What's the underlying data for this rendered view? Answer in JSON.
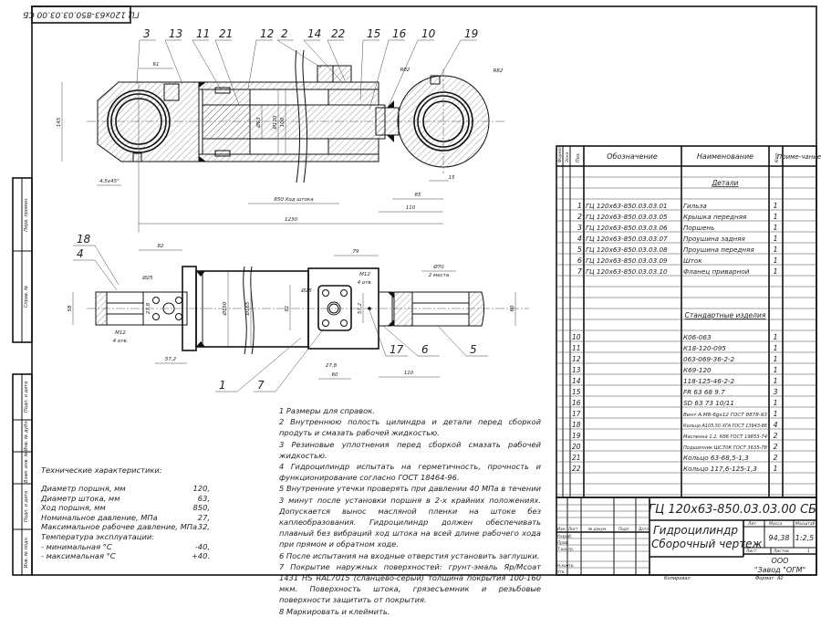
{
  "stamp_top_left": "ГЦ 120х63-850.03.03.00 СБ",
  "side_strip": [
    "Перв. примен.",
    "Справ. №",
    "Подп. и дата",
    "Инв. № дубл.",
    "Взам. инв. №",
    "Подп. и дата",
    "Инв. № подл."
  ],
  "callouts_top": [
    "3",
    "13",
    "11",
    "21",
    "12",
    "2",
    "14",
    "22",
    "15",
    "16",
    "10",
    "19"
  ],
  "callouts_bottom": [
    "18",
    "4",
    "1",
    "7",
    "17",
    "6",
    "5"
  ],
  "dimensions_top": [
    "61",
    "100",
    "Ø63",
    "Ø120",
    "145",
    "4,5х45°",
    "850  Ход штока",
    "1230",
    "110",
    "85",
    "15",
    "R82",
    "R82"
  ],
  "dimensions_bottom": [
    "82",
    "Ø25",
    "58",
    "27,8",
    "M12",
    "4 отв.",
    "57,2",
    "Ø150",
    "Ø165",
    "81",
    "79",
    "M12",
    "4 отв.",
    "Ø25",
    "57,2",
    "27,8",
    "60",
    "110",
    "Ø70",
    "2 места",
    "60"
  ],
  "notes": [
    "1 Размеры для справок.",
    "2 Внутреннюю полость цилиндра и детали перед сборкой продуть и смазать рабочей жидкостью.",
    "3 Резиновые уплотнения перед сборкой смазать рабочей жидкостью.",
    "4 Гидроцилиндр испытать на герметичность, прочность и функционирование согласно ГОСТ 18464-96.",
    "5 Внутренние утечки проверять при давлении 40 МПа в течении 3 минут после установки поршня в 2-х крайних положениях. Допускается вынос масляной пленки на штоке без каплеобразования. Гидроцилиндр должен обеспечивать плавный без вибраций ход штока на всей длине рабочего хода при прямом и обратном ходе.",
    "6 После испытания на входные отверстия установить заглушки.",
    "7 Покрытие наружных поверхностей: грунт-эмаль Яр/Мсоат 1431 HS RAL7015 (сланцево-серый) толщина покрытия 100-160 мкм. Поверхность штока, грязесъемник и резьбовые поверхности защитить от покрытия.",
    "8 Маркировать и клеймить."
  ],
  "tech": {
    "title": "Технические характеристики:",
    "rows": [
      {
        "label": "Диаметр поршня, мм",
        "value": "120,"
      },
      {
        "label": "Диаметр штока, мм",
        "value": "63,"
      },
      {
        "label": "Ход поршня, мм",
        "value": "850,"
      },
      {
        "label": "Номинальное давление, МПа",
        "value": "27,"
      },
      {
        "label": "Максимальное рабочее давление, МПа",
        "value": "32,"
      },
      {
        "label": "Температура эксплуатации:",
        "value": ""
      },
      {
        "label": "- минимальная °С",
        "value": "-40,"
      },
      {
        "label": "- максимальная °С",
        "value": "+40."
      }
    ]
  },
  "spec": {
    "headers": {
      "format": "Формат",
      "zone": "Зона",
      "pos": "Поз.",
      "designation": "Обозначение",
      "name": "Наименование",
      "qty": "Кол.",
      "note": "Приме-чание"
    },
    "section_parts": "Детали",
    "parts": [
      {
        "pos": "1",
        "designation": "ГЦ 120х63-850.03.03.01",
        "name": "Гильза",
        "qty": "1"
      },
      {
        "pos": "2",
        "designation": "ГЦ 120х63-850.03.03.05",
        "name": "Крышка передняя",
        "qty": "1"
      },
      {
        "pos": "3",
        "designation": "ГЦ 120х63-850.03.03.06",
        "name": "Поршень",
        "qty": "1"
      },
      {
        "pos": "4",
        "designation": "ГЦ 120х63-850.03.03.07",
        "name": "Проушина задняя",
        "qty": "1"
      },
      {
        "pos": "5",
        "designation": "ГЦ 120х63-850.03.03.08",
        "name": "Проушина передняя",
        "qty": "1"
      },
      {
        "pos": "6",
        "designation": "ГЦ 120х63-850.03.03.09",
        "name": "Шток",
        "qty": "1"
      },
      {
        "pos": "7",
        "designation": "ГЦ 120х63-850.03.03.10",
        "name": "Фланец приварной",
        "qty": "1"
      }
    ],
    "section_standard": "Стандартные изделия",
    "standard": [
      {
        "pos": "10",
        "name": "К06-063",
        "qty": "1"
      },
      {
        "pos": "11",
        "name": "К18-120-095",
        "qty": "1"
      },
      {
        "pos": "12",
        "name": "063-069-36-2-2",
        "qty": "1"
      },
      {
        "pos": "13",
        "name": "К69-120",
        "qty": "1"
      },
      {
        "pos": "14",
        "name": "118-125-46-2-2",
        "qty": "1"
      },
      {
        "pos": "15",
        "name": "FR 63 68 9.7",
        "qty": "3"
      },
      {
        "pos": "16",
        "name": "SD 63 73 10/11",
        "qty": "1"
      },
      {
        "pos": "17",
        "name": "Винт А.М8-6gх12 ГОСТ 8878-93",
        "qty": "1"
      },
      {
        "pos": "18",
        "name": "Кольцо А105.50 ХГА ГОСТ 13943-86",
        "qty": "4"
      },
      {
        "pos": "19",
        "name": "Масленка 1.2. Кб6 ГОСТ 19853-74",
        "qty": "2"
      },
      {
        "pos": "20",
        "name": "Подшипник ШС70К ГОСТ 3635-78",
        "qty": "2"
      },
      {
        "pos": "21",
        "name": "Кольцо 63-68,5-1,3",
        "qty": "2"
      },
      {
        "pos": "22",
        "name": "Кольцо 117,6-125-1,3",
        "qty": "1"
      }
    ]
  },
  "title_block": {
    "designation": "ГЦ 120х63-850.03.03.00 СБ",
    "name_line1": "Гидроцилиндр",
    "name_line2": "Сборочный чертеж",
    "col_headers": [
      "Изм.",
      "Лист",
      "№ докум.",
      "Подп.",
      "Дата"
    ],
    "roles": [
      "Разраб.",
      "Пров.",
      "Т.контр.",
      "Н.контр.",
      "Утв."
    ],
    "lit_label": "Лит.",
    "mass_label": "Масса",
    "scale_label": "Масштаб",
    "mass": "94,38",
    "scale": "1:2,5",
    "sheet_label": "Лист",
    "sheets_label": "Листов",
    "sheets": "1",
    "org_line1": "ООО",
    "org_line2": "\"Завод \"ОГМ\"",
    "copied": "Копировал",
    "format_label": "Формат",
    "format": "А2"
  }
}
